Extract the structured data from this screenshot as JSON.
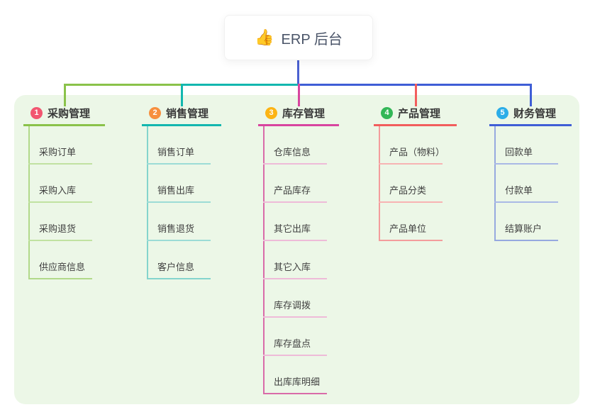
{
  "root": {
    "icon": "👍",
    "label": "ERP 后台"
  },
  "colors": {
    "canvas_bg": "#ffffff",
    "panel_bg": "#ecf7e7",
    "root_connector": "#4b61d1",
    "root_text": "#4a5468",
    "branch_text": "#383838",
    "child_text": "#414141"
  },
  "branches": [
    {
      "number": "1",
      "label": "采购管理",
      "badge_color": "#f25670",
      "line_color": "#8ac24a",
      "trunk_color": "#b2d98a",
      "child_line_color": "#c1e2a1",
      "children": [
        "采购订单",
        "采购入库",
        "采购退货",
        "供应商信息"
      ]
    },
    {
      "number": "2",
      "label": "销售管理",
      "badge_color": "#f78f3e",
      "line_color": "#13b7af",
      "trunk_color": "#84d4cd",
      "child_line_color": "#9cdcd6",
      "children": [
        "销售订单",
        "销售出库",
        "销售退货",
        "客户信息"
      ]
    },
    {
      "number": "3",
      "label": "库存管理",
      "badge_color": "#fcb414",
      "line_color": "#d8459f",
      "trunk_color": "#d96ba9",
      "child_line_color": "#eebbd8",
      "children": [
        "仓库信息",
        "产品库存",
        "其它出库",
        "其它入库",
        "库存调拨",
        "库存盘点",
        "出库库明细"
      ]
    },
    {
      "number": "4",
      "label": "产品管理",
      "badge_color": "#33b757",
      "line_color": "#f25d5d",
      "trunk_color": "#f49c9c",
      "child_line_color": "#f7b3b3",
      "children": [
        "产品（物料）",
        "产品分类",
        "产品单位"
      ]
    },
    {
      "number": "5",
      "label": "财务管理",
      "badge_color": "#2bade8",
      "line_color": "#3f5ed6",
      "trunk_color": "#96a9df",
      "child_line_color": "#aab9e6",
      "children": [
        "回款单",
        "付款单",
        "结算账户"
      ]
    }
  ]
}
